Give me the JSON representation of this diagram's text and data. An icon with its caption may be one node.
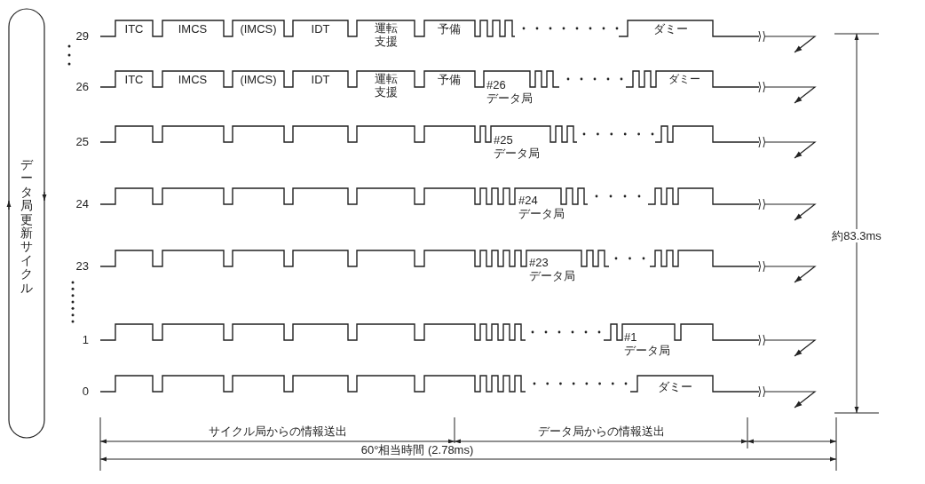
{
  "diagram": {
    "labels": [
      "29",
      "ITC",
      "IMCS",
      "(IMCS)",
      "IDT",
      "運転支援",
      "予備",
      "ダミー",
      "26",
      "ITC",
      "IMCS",
      "(IMCS)",
      "IDT",
      "運転支援",
      "予備",
      "#26 データ局",
      "ダミー",
      "データ局更新サイクル",
      "25",
      "#25 データ局",
      "24",
      "#24 データ局",
      "約83.3ms",
      "23",
      "#23 データ局",
      "1",
      "#1 データ局",
      "0",
      "ダミー",
      "サイクル局からの情報送出",
      "データ局からの情報送出",
      "60°相当時間 (2.78ms)"
    ]
  }
}
